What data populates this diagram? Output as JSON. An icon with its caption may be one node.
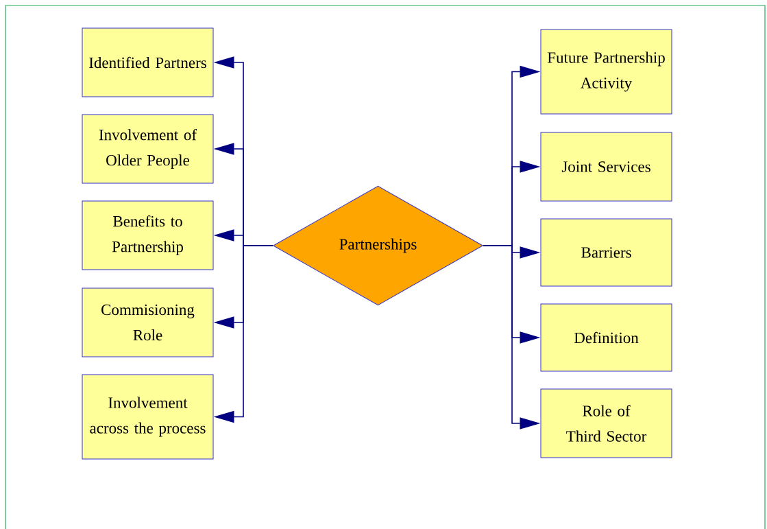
{
  "diagram": {
    "nodes": [
      {
        "text": [
          "Partnerships"
        ]
      },
      {
        "text": [
          "Identified Partners"
        ]
      },
      {
        "text": [
          "Involvement of Older People"
        ]
      },
      {
        "text": [
          "Benefits to Partnership"
        ]
      },
      {
        "text": [
          "Commisioning Role"
        ]
      },
      {
        "text": [
          "Involvement across the process"
        ]
      },
      {
        "text": [
          "Future Partnership Activity"
        ]
      },
      {
        "text": [
          "Joint Services"
        ]
      },
      {
        "text": [
          "Barriers"
        ]
      },
      {
        "text": [
          "Definition"
        ]
      },
      {
        "text": [
          "Role of Third Sector"
        ]
      }
    ],
    "edges": [
      {
        "from": 0,
        "to": 1,
        "arrow": "to"
      },
      {
        "from": 0,
        "to": 2,
        "arrow": "to"
      },
      {
        "from": 0,
        "to": 3,
        "arrow": "to"
      },
      {
        "from": 0,
        "to": 4,
        "arrow": "to"
      },
      {
        "from": 0,
        "to": 5,
        "arrow": "to"
      },
      {
        "from": 0,
        "to": 6,
        "arrow": "to"
      },
      {
        "from": 0,
        "to": 7,
        "arrow": "to"
      },
      {
        "from": 0,
        "to": 8,
        "arrow": "to"
      },
      {
        "from": 0,
        "to": 9,
        "arrow": "to"
      },
      {
        "from": 0,
        "to": 10,
        "arrow": "to"
      }
    ]
  }
}
